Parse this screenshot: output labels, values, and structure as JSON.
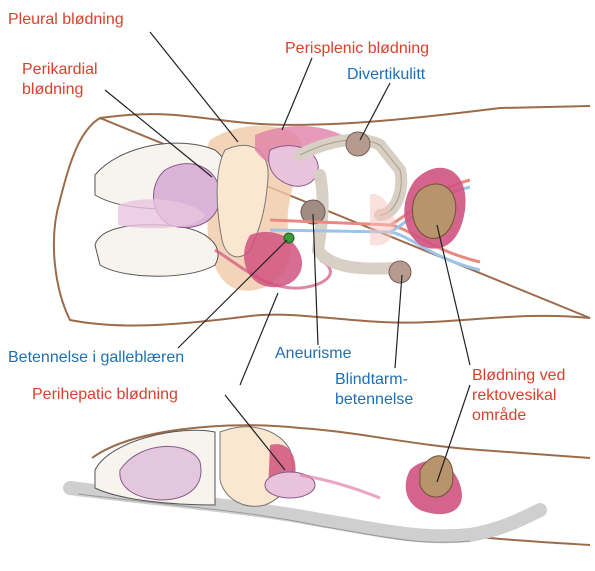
{
  "labels": {
    "pleural": "Pleural blødning",
    "perikardial_1": "Perikardial",
    "perikardial_2": "blødning",
    "perisplenic": "Perisplenic blødning",
    "divertikulitt": "Divertikulitt",
    "galleblaeren": "Betennelse i galleblæren",
    "aneurisme": "Aneurisme",
    "perihepatic": "Perihepatic blødning",
    "blindtarm_1": "Blindtarm-",
    "blindtarm_2": "betennelse",
    "rektovesikal_1": "Blødning ved",
    "rektovesikal_2": "rektovesikal",
    "rektovesikal_3": "område"
  },
  "colors": {
    "hemorrhage_label": "#d9412c",
    "inflammation_label": "#1f6fb3",
    "body_outline": "#9c6b4a",
    "bleeding_pink": "#d0537f",
    "organ_beige": "#f5dfc8",
    "bone_grey": "#cfcfcf",
    "intestine": "#d8d0c4",
    "vessel_blue": "#9cc3e8",
    "vessel_red": "#e98a80"
  }
}
